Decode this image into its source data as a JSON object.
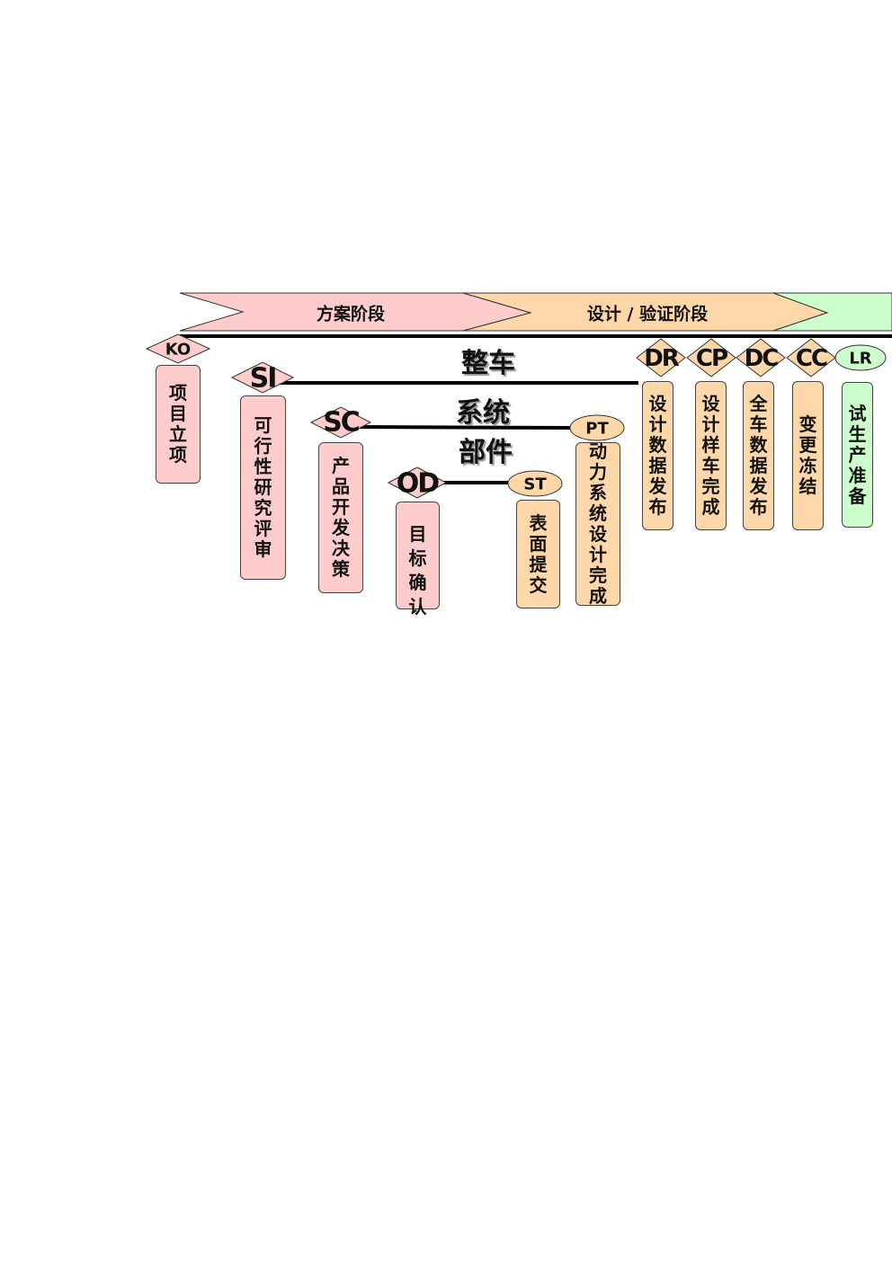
{
  "phases": [
    {
      "label": "方案阶段",
      "color": "#ffcccc"
    },
    {
      "label": "设计 / 验证阶段",
      "color": "#ffd7a8"
    },
    {
      "label": "",
      "color": "#ccffcc"
    }
  ],
  "levels": {
    "vehicle": "整车",
    "system": "系统",
    "component": "部件"
  },
  "milestones": [
    {
      "code": "KO",
      "desc": "项目立项"
    },
    {
      "code": "SI",
      "desc": "可行性研究评审"
    },
    {
      "code": "SC",
      "desc": "产品开发决策"
    },
    {
      "code": "OD",
      "desc": "目标确认"
    },
    {
      "code": "ST",
      "desc": "表面提交"
    },
    {
      "code": "PT",
      "desc": "动力系统设计完成"
    },
    {
      "code": "DR",
      "desc": "设计数据发布"
    },
    {
      "code": "CP",
      "desc": "设计样车完成"
    },
    {
      "code": "DC",
      "desc": "全车数据发布"
    },
    {
      "code": "CC",
      "desc": "变更冻结"
    },
    {
      "code": "LR",
      "desc": "试生产准备"
    }
  ]
}
